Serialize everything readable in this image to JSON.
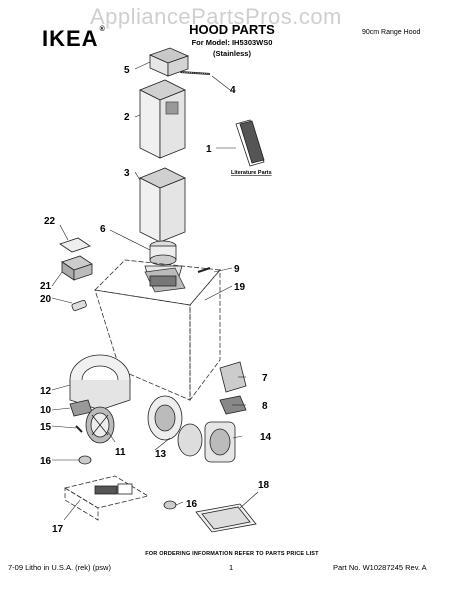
{
  "watermark": "AppliancePartsPros.com",
  "header": {
    "brand": "IKEA",
    "brand_mark": "®",
    "title": "HOOD PARTS",
    "model_line": "For Model: IH5303WS0",
    "finish": "(Stainless)",
    "right_note": "90cm Range Hood"
  },
  "literature_label": "Literature Parts",
  "callouts": [
    "1",
    "2",
    "3",
    "4",
    "5",
    "6",
    "7",
    "8",
    "9",
    "10",
    "11",
    "12",
    "13",
    "14",
    "15",
    "16",
    "16",
    "17",
    "18",
    "19",
    "20",
    "21",
    "22"
  ],
  "footer": {
    "ordering_note": "FOR ORDERING INFORMATION REFER TO PARTS PRICE LIST",
    "left": "7-09 Litho in U.S.A. (rek) (psw)",
    "page": "1",
    "part_no": "Part No. W10287245 Rev. A"
  }
}
